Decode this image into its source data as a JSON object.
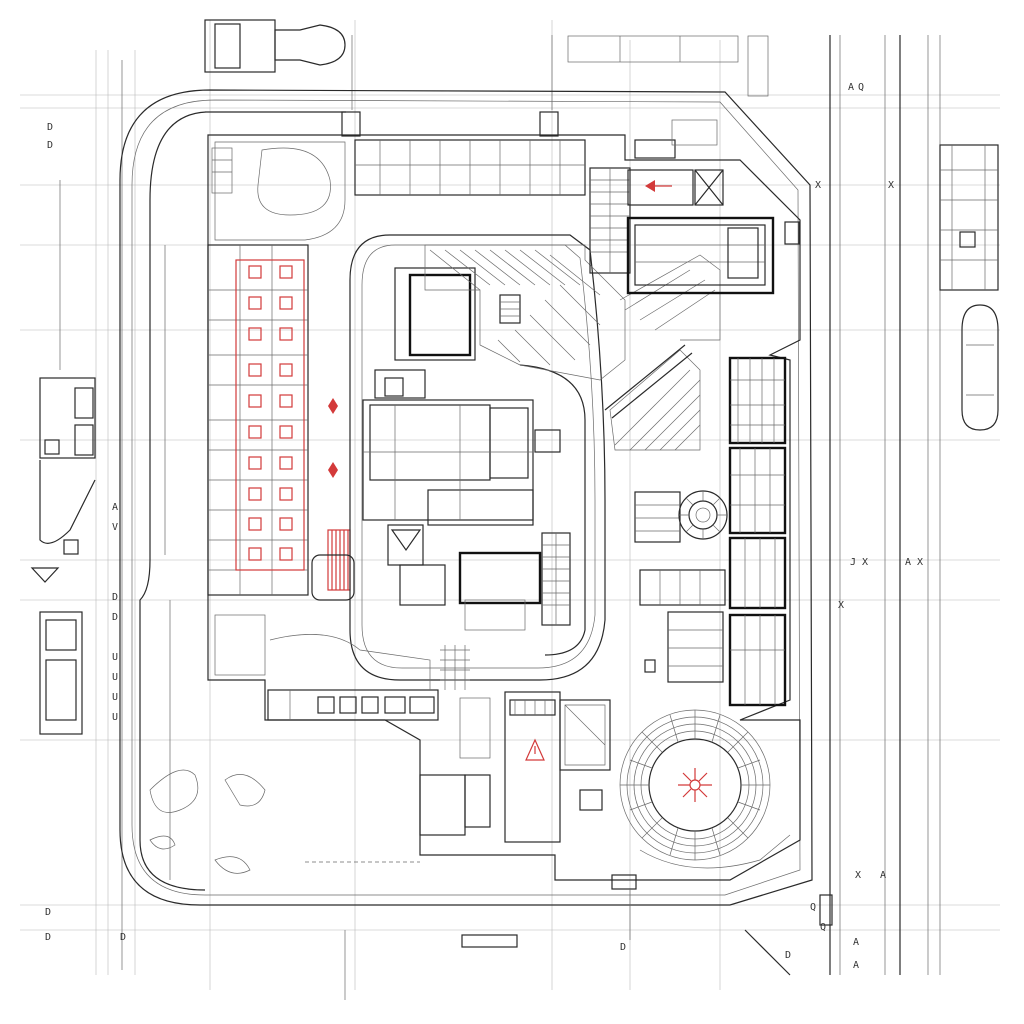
{
  "drawing": {
    "type": "architectural site plan",
    "colors": {
      "line": "#2a2a2a",
      "grid": "#b8b8b8",
      "accent": "#d33a3a",
      "background": "#ffffff"
    },
    "icons": [
      "car-icon",
      "truck-icon",
      "warning-triangle-icon",
      "direction-arrow-icon",
      "flower-motif-icon"
    ],
    "left_margin_marks": [
      "D",
      "D",
      "A",
      "V",
      "D",
      "D",
      "D",
      "D",
      "D",
      "U",
      "U",
      "U",
      "U"
    ],
    "right_margin_marks": [
      "A",
      "Q",
      "X",
      "X",
      "J",
      "X",
      "A",
      "X",
      "X",
      "A",
      "A",
      "A",
      "X"
    ],
    "bottom_marks": [
      "D",
      "Q",
      "Q",
      "D"
    ]
  }
}
